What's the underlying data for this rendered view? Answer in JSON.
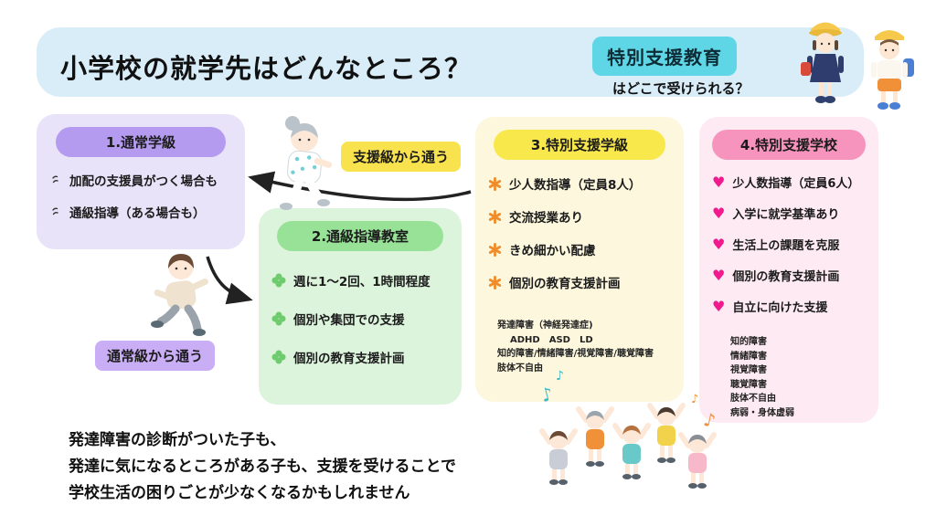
{
  "header": {
    "title": "小学校の就学先はどんなところ？",
    "badge": "特別支援教育",
    "badge_question": "はどこで受けられる？"
  },
  "cards": [
    {
      "title": "1.通常学級",
      "items": [
        "加配の支援員がつく場合も",
        "通級指導（ある場合も）"
      ]
    },
    {
      "title": "2.通級指導教室",
      "items": [
        "週に1〜2回、1時間程度",
        "個別や集団での支援",
        "個別の教育支援計画"
      ]
    },
    {
      "title": "3.特別支援学級",
      "items": [
        "少人数指導（定員8人）",
        "交流授業あり",
        "きめ細かい配慮",
        "個別の教育支援計画"
      ],
      "note": [
        "発達障害（神経発達症)",
        "ADHD　ASD　LD",
        "知的障害/情緒障害/視覚障害/聴覚障害",
        "肢体不自由"
      ]
    },
    {
      "title": "4.特別支援学校",
      "items": [
        "少人数指導（定員6人）",
        "入学に就学基準あり",
        "生活上の課題を克服",
        "個別の教育支援計画",
        "自立に向けた支援"
      ],
      "note": [
        "知的障害",
        "情緒障害",
        "視覚障害",
        "聴覚障害",
        "肢体不自由",
        "病弱・身体虚弱"
      ]
    }
  ],
  "labels": {
    "from_support_class": "支援級から通う",
    "from_regular_class": "通常級から通う"
  },
  "footer": {
    "lines": [
      "発達障害の診断がついた子も、",
      "発達に気になるところがある子も、支援を受けることで",
      "学校生活の困りごとが少なくなるかもしれません"
    ]
  },
  "icons": {
    "music_note": "♪",
    "heart": "♥"
  },
  "colors": {
    "banner": "#d9edf8",
    "badge": "#5fd6e6",
    "card1_bg": "#e9e3f9",
    "card1_header": "#b49bf0",
    "card2_bg": "#dcf3dc",
    "card2_header": "#97e297",
    "card3_bg": "#fdf8dd",
    "card3_header": "#f8e84b",
    "card4_bg": "#fdeaf2",
    "card4_header": "#f794bd",
    "clover": "#6ecb6e",
    "asterisk": "#f08c2a",
    "heart": "#f2188e",
    "label_yellow": "#f8e34e",
    "label_purple": "#c9aef5",
    "arrow": "#222222"
  }
}
